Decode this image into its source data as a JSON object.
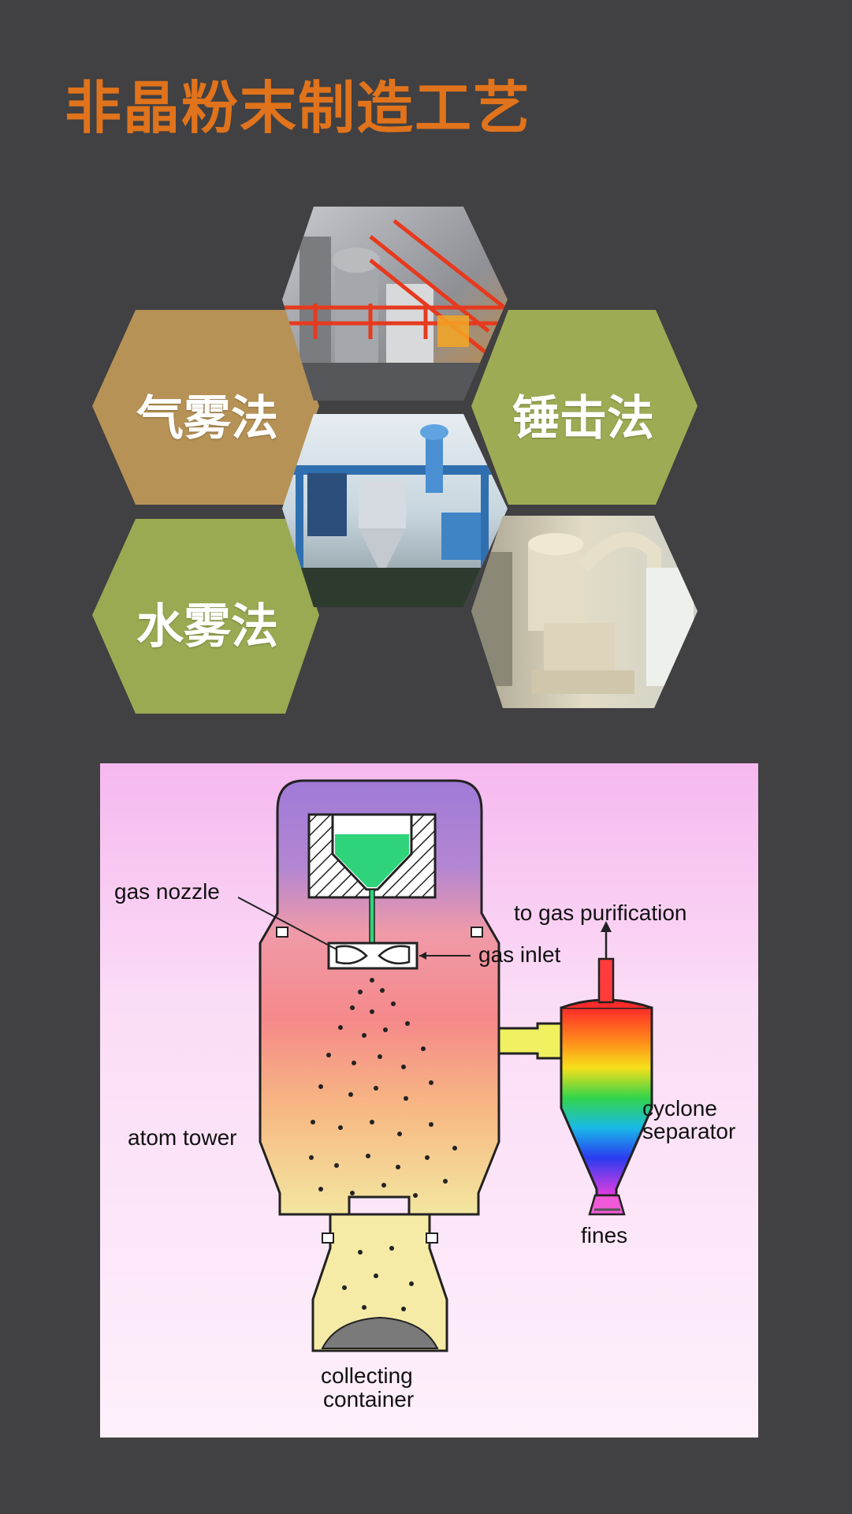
{
  "title": "非晶粉末制造工艺",
  "methods": [
    {
      "label": "气雾法",
      "color": "#b69256"
    },
    {
      "label": "锤击法",
      "color": "#9dac54"
    },
    {
      "label": "水雾法",
      "color": "#9aaa52"
    }
  ],
  "photos": [
    {
      "name": "gas-atomization-plant-photo"
    },
    {
      "name": "powder-production-line-photo"
    },
    {
      "name": "grinding-mill-photo"
    }
  ],
  "diagram": {
    "labels": {
      "gas_nozzle": "gas nozzle",
      "gas_purification": "to gas purification",
      "gas_inlet": "gas inlet",
      "atom_tower": "atom tower",
      "cyclone_1": "cyclone",
      "cyclone_2": "separator",
      "fines": "fines",
      "collecting_1": "collecting",
      "collecting_2": "container"
    }
  }
}
